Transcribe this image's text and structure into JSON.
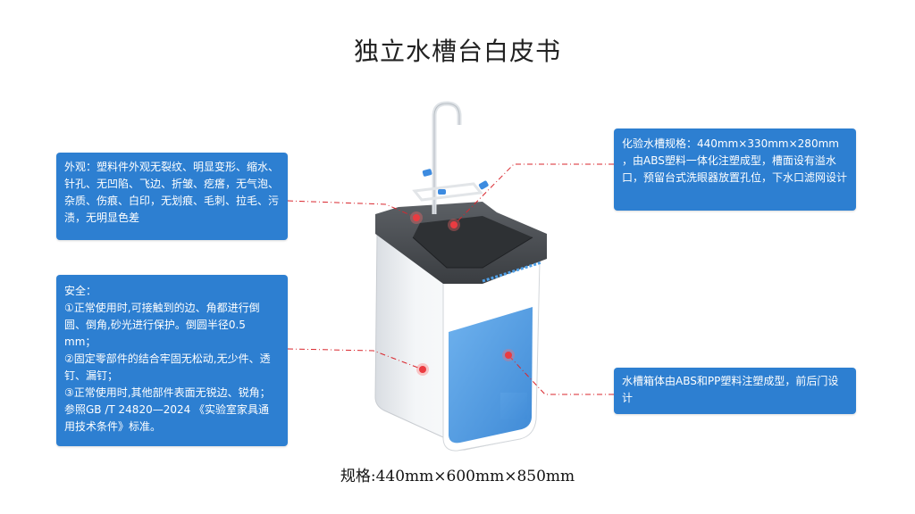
{
  "title": "独立水槽台白皮书",
  "spec_caption": "规格:440mm×600mm×850mm",
  "notes": {
    "appearance": "外观：塑料件外观无裂纹、明显变形、缩水、针孔、无凹陷、飞边、折皱、疙瘩，无气泡、杂质、伤痕、白印，无划痕、毛刺、拉毛、污渍，无明显色差",
    "safety": {
      "heading": "安全：",
      "item1": "①正常使用时,可接触到的边、角都进行倒圆、倒角,砂光进行保护。倒圆半径0.5 mm；",
      "item2": "②固定零部件的结合牢固无松动,无少件、透钉、漏钉；",
      "item3": "③正常使用时,其他部件表面无锐边、锐角；参照GB /T 24820—2024 《实验室家具通用技术条件》标准。"
    },
    "sink_spec": "化验水槽规格：440mm×330mm×280mm ，由ABS塑料一体化注塑成型，槽面设有溢水口，预留台式洗眼器放置孔位，下水口滤网设计",
    "cabinet": "水槽箱体由ABS和PP塑料注塑成型，前后门设计"
  },
  "colors": {
    "note_bg": "#2d7fd1",
    "pointer_line": "#d9272e",
    "cabinet_blue": "#5aa3e8",
    "counter_gray": "#505357"
  }
}
